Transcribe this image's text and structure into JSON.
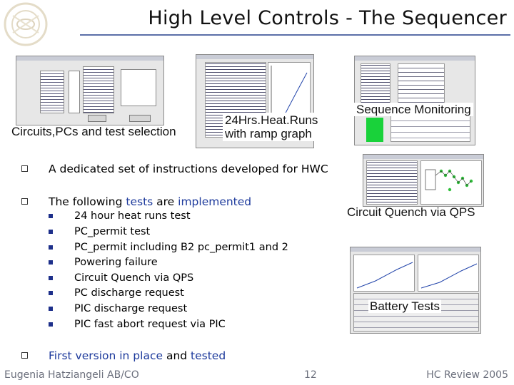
{
  "title": "High Level Controls - The Sequencer",
  "captions": {
    "circuits": "Circuits,PCs and test selection",
    "heatruns_line1": "24Hrs.Heat.Runs",
    "heatruns_line2": "with ramp graph",
    "monitoring": "Sequence Monitoring",
    "quench": "Circuit Quench via QPS",
    "battery": "Battery Tests"
  },
  "bullets": [
    {
      "text": "A dedicated set of instructions developed for HWC"
    },
    {
      "text_a": "The following ",
      "text_b": "tests",
      "text_c": " are ",
      "text_d": "implemented",
      "subitems": [
        "24 hour heat runs test",
        "PC_permit test",
        "PC_permit including B2 pc_permit1 and 2",
        "Powering failure",
        "Circuit Quench via QPS",
        "PC discharge request",
        "PIC discharge request",
        "PIC fast abort request via PIC"
      ]
    },
    {
      "text_a": "First version in place",
      "text_b": " and ",
      "text_c": "tested"
    }
  ],
  "footer": {
    "author": "Eugenia Hatziangeli AB/CO",
    "page": "12",
    "event": "HC Review 2005"
  },
  "colors": {
    "title_rule": "#5b6fa8",
    "bullet_blue": "#1d3a9c",
    "monitor_green": "#19d23a"
  }
}
